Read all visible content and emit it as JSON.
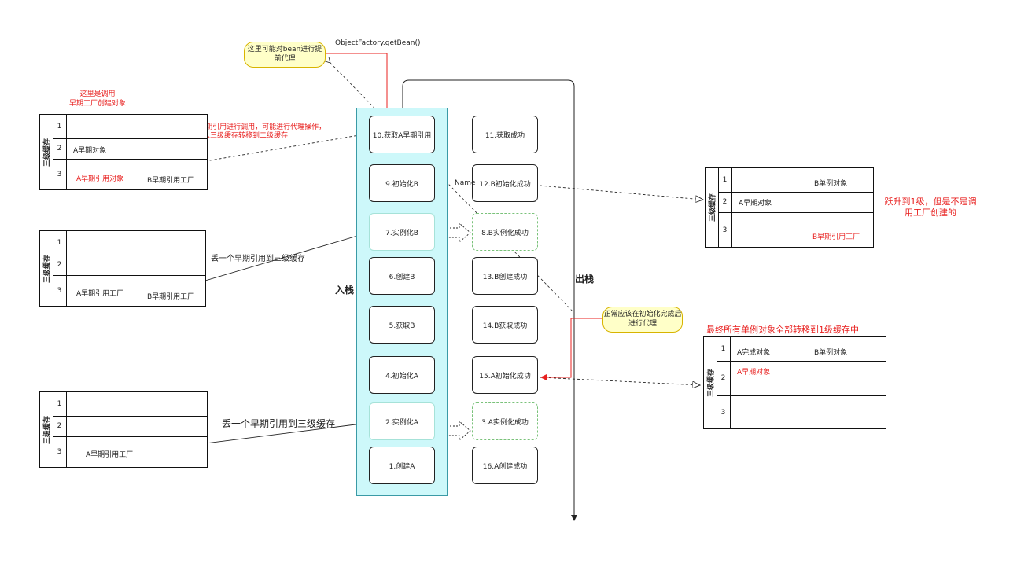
{
  "call_label": "ObjectFactory.getBean()",
  "note_top": "这里可能对bean进行提前代理",
  "note_mid": "正常应该在初始化完成后进行代理",
  "push_label": "入栈",
  "pop_label": "出栈",
  "factory_note": "这里是调用\n早期工厂创建对象",
  "upgrade_note": "三级缓存获取A早期引用进行调用，可能进行代理操作，之后从三级缓存转移到二级缓存",
  "drop_label_1": "丢一个早期引用到三级缓存",
  "drop_label_2": "丢一个早期引用到三级缓存",
  "name_label": "Name",
  "promote_note": "跃升到1级，但是不是调用工厂创建的",
  "final_note": "最终所有单例对象全部转移到1级缓存中",
  "push_steps": [
    "10.获取A早期引用",
    "9.初始化B",
    "7.实例化B",
    "6.创建B",
    "5.获取B",
    "4.初始化A",
    "2.实例化A",
    "1.创建A"
  ],
  "pop_steps": [
    "11.获取成功",
    "12.B初始化成功",
    "8.B实例化成功",
    "13.B创建成功",
    "14.B获取成功",
    "15.A初始化成功",
    "3.A实例化成功",
    "16.A创建成功"
  ],
  "caches": [
    {
      "title": "三级缓存",
      "idx": [
        "1",
        "2",
        "3"
      ],
      "r1": [],
      "r2": [
        "A早期对象"
      ],
      "r3": [
        "A早期引用对象",
        "B早期引用工厂"
      ]
    },
    {
      "title": "三级缓存",
      "idx": [
        "1",
        "2",
        "3"
      ],
      "r1": [],
      "r2": [],
      "r3": [
        "A早期引用工厂",
        "B早期引用工厂"
      ]
    },
    {
      "title": "三级缓存",
      "idx": [
        "1",
        "2",
        "3"
      ],
      "r1": [],
      "r2": [],
      "r3": [
        "A早期引用工厂"
      ]
    },
    {
      "title": "三级缓存",
      "idx": [
        "1",
        "2",
        "3"
      ],
      "r1": [
        "B单例对象"
      ],
      "r2": [
        "A早期对象"
      ],
      "r3": [
        "B早期引用工厂"
      ]
    },
    {
      "title": "三级缓存",
      "idx": [
        "1",
        "2",
        "3"
      ],
      "r1": [
        "A完成对象",
        "B单例对象"
      ],
      "r2": [
        "A早期对象"
      ],
      "r3": []
    }
  ]
}
